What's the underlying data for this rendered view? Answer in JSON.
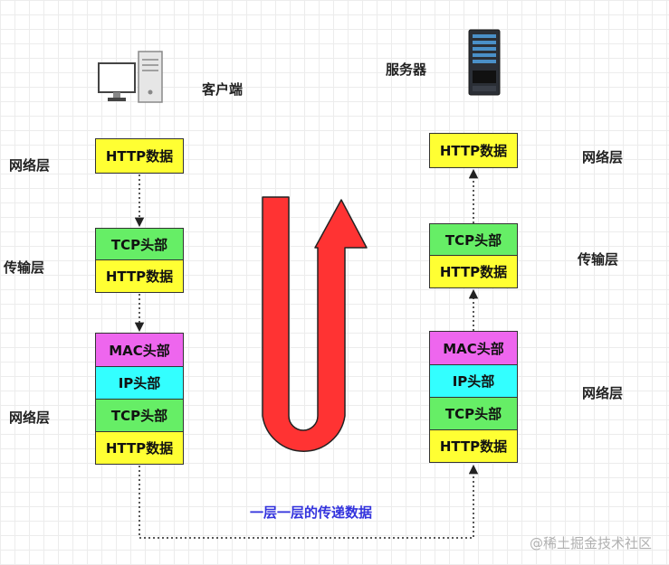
{
  "client": {
    "title": "客户端",
    "icon": "desktop-computer-icon"
  },
  "server": {
    "title": "服务器",
    "icon": "server-icon"
  },
  "left_labels": [
    "网络层",
    "传输层",
    "网络层"
  ],
  "right_labels": [
    "网络层",
    "传输层",
    "网络层"
  ],
  "left_stacks": [
    [
      "HTTP数据"
    ],
    [
      "TCP头部",
      "HTTP数据"
    ],
    [
      "MAC头部",
      "IP头部",
      "TCP头部",
      "HTTP数据"
    ]
  ],
  "right_stacks": [
    [
      "HTTP数据"
    ],
    [
      "TCP头部",
      "HTTP数据"
    ],
    [
      "MAC头部",
      "IP头部",
      "TCP头部",
      "HTTP数据"
    ]
  ],
  "bottom_caption": "一层一层的传递数据",
  "watermark": "@稀土掘金技术社区",
  "colors": {
    "http": "#ffff33",
    "tcp": "#66ee66",
    "mac": "#ee66ee",
    "ip": "#33ffff",
    "u_arrow": "#ff3333",
    "caption": "#3333dd"
  }
}
